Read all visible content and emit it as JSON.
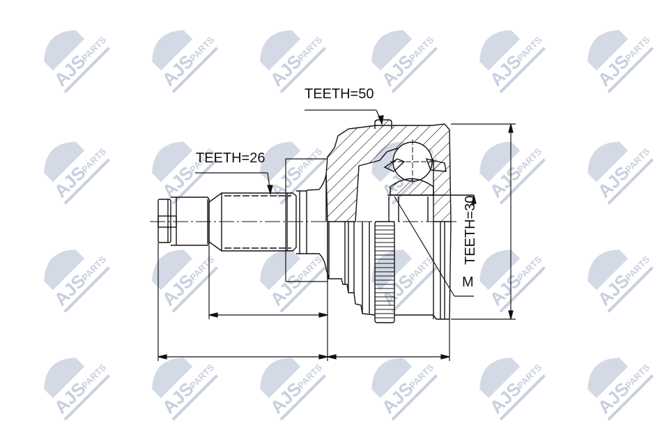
{
  "diagram": {
    "type": "technical-drawing",
    "subject": "CV joint (outer) cross-section",
    "labels": {
      "teeth_outer": "TEETH=50",
      "teeth_shaft": "TEETH=26",
      "teeth_inner": "TEETH=30",
      "thread": "M"
    },
    "watermark": {
      "brand_main": "AJS",
      "brand_sub": "PARTS",
      "color": "#c9cfe0"
    },
    "colors": {
      "line": "#111111",
      "background": "#ffffff"
    }
  }
}
